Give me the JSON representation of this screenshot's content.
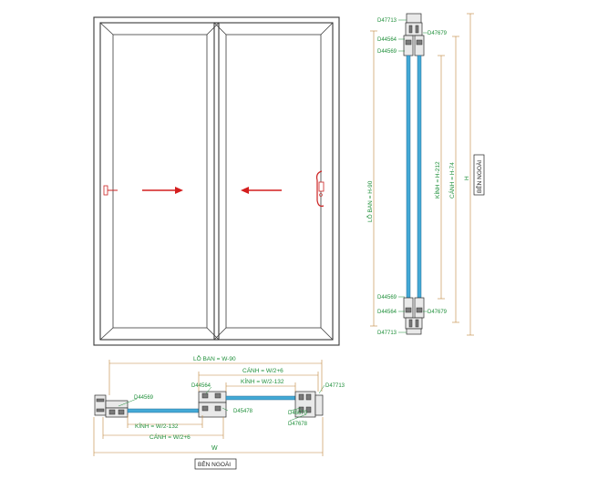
{
  "elevation": {
    "arrows": [
      "left-panel-slide-right",
      "right-panel-slide-left"
    ]
  },
  "vertical_section": {
    "codes": {
      "top_frame": "D47713",
      "top_left_upper": "D44564",
      "top_right": "D47679",
      "top_left_lower": "D44569",
      "bottom_left_upper": "D44569",
      "bottom_left_lower": "D44564",
      "bottom_right": "D47679",
      "bottom_frame": "D47713"
    },
    "dims": {
      "lo_ban": "LỖ BAN = H-90",
      "kinh": "KÍNH = H-212",
      "canh": "CÁNH = H-74",
      "h": "H"
    },
    "side_label": "BÊN NGOÀI"
  },
  "horizontal_section": {
    "codes": {
      "left_jamb": "D44569",
      "left_interlock": "D44564",
      "interlock_mid": "D45478",
      "right_upper": "D47713",
      "right_mid": "D46070",
      "right_lower": "D47678"
    },
    "dims": {
      "lo_ban": "LỖ BAN = W-90",
      "canh_top": "CÁNH = W/2+6",
      "kinh_top": "KÍNH = W/2-132",
      "kinh_bottom": "KÍNH = W/2-132",
      "canh_bottom": "CÁNH = W/2+6",
      "w": "W"
    },
    "side_label": "BÊN NGOÀI"
  },
  "colors": {
    "frame": "#3a3a3a",
    "dimension_line": "#c0863d",
    "label": "#1f8f3a",
    "glass": "#43a9d6",
    "arrow": "#d41e1e"
  }
}
